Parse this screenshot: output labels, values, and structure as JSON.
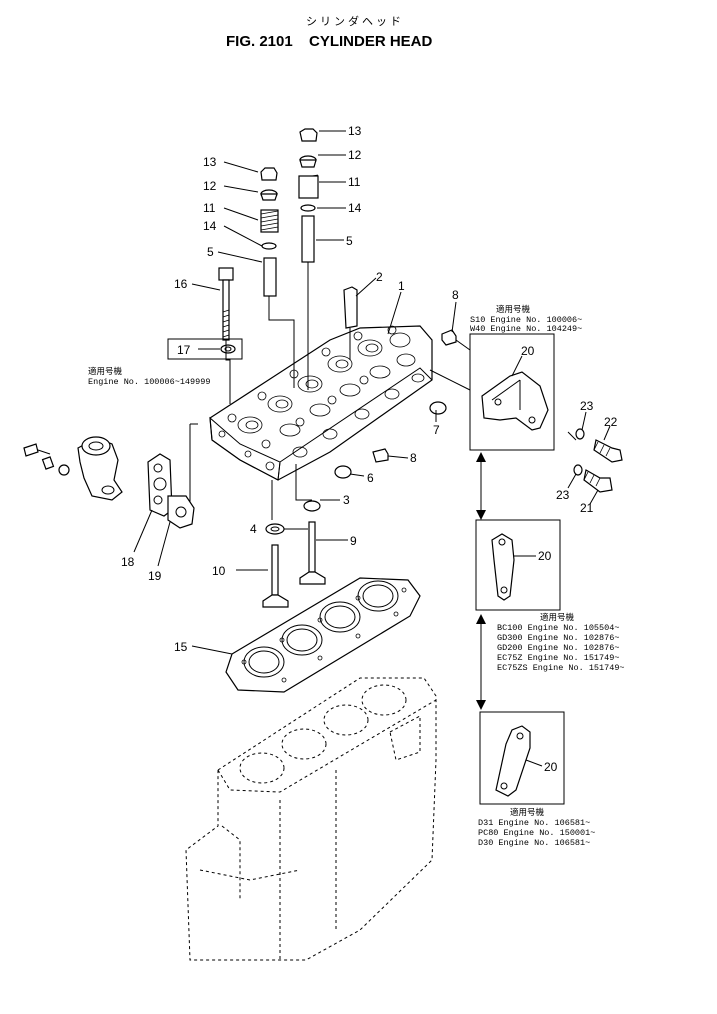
{
  "header": {
    "title_jp": "シリンダヘッド",
    "fig_label": "FIG. 2101",
    "title_en": "CYLINDER HEAD"
  },
  "callouts": {
    "c1": "1",
    "c2": "2",
    "c3": "3",
    "c4": "4",
    "c5a": "5",
    "c5b": "5",
    "c6": "6",
    "c7": "7",
    "c8a": "8",
    "c8b": "8",
    "c9": "9",
    "c10": "10",
    "c11a": "11",
    "c11b": "11",
    "c12a": "12",
    "c12b": "12",
    "c13a": "13",
    "c13b": "13",
    "c14a": "14",
    "c14b": "14",
    "c15": "15",
    "c16": "16",
    "c17": "17",
    "c18": "18",
    "c19": "19",
    "c20a": "20",
    "c20b": "20",
    "c20c": "20",
    "c21": "21",
    "c22": "22",
    "c23a": "23",
    "c23b": "23"
  },
  "notes": {
    "serial_left": {
      "header": "適用号機",
      "lines": [
        "Engine  No. 100006~149999"
      ]
    },
    "serial_upper": {
      "header": "適用号機",
      "lines": [
        "S10   Engine  No. 100006~",
        "W40   Engine  No. 104249~"
      ]
    },
    "serial_middle": {
      "header": "適用号機",
      "lines": [
        "BC100   Engine  No. 105504~",
        "GD300   Engine  No. 102876~",
        "GD200   Engine  No. 102876~",
        "EC75Z   Engine  No. 151749~",
        "EC75ZS  Engine  No. 151749~"
      ]
    },
    "serial_lower": {
      "header": "適用号機",
      "lines": [
        "D31    Engine  No. 106581~",
        "PC80   Engine  No. 150001~",
        "D30    Engine  No. 106581~"
      ]
    }
  }
}
